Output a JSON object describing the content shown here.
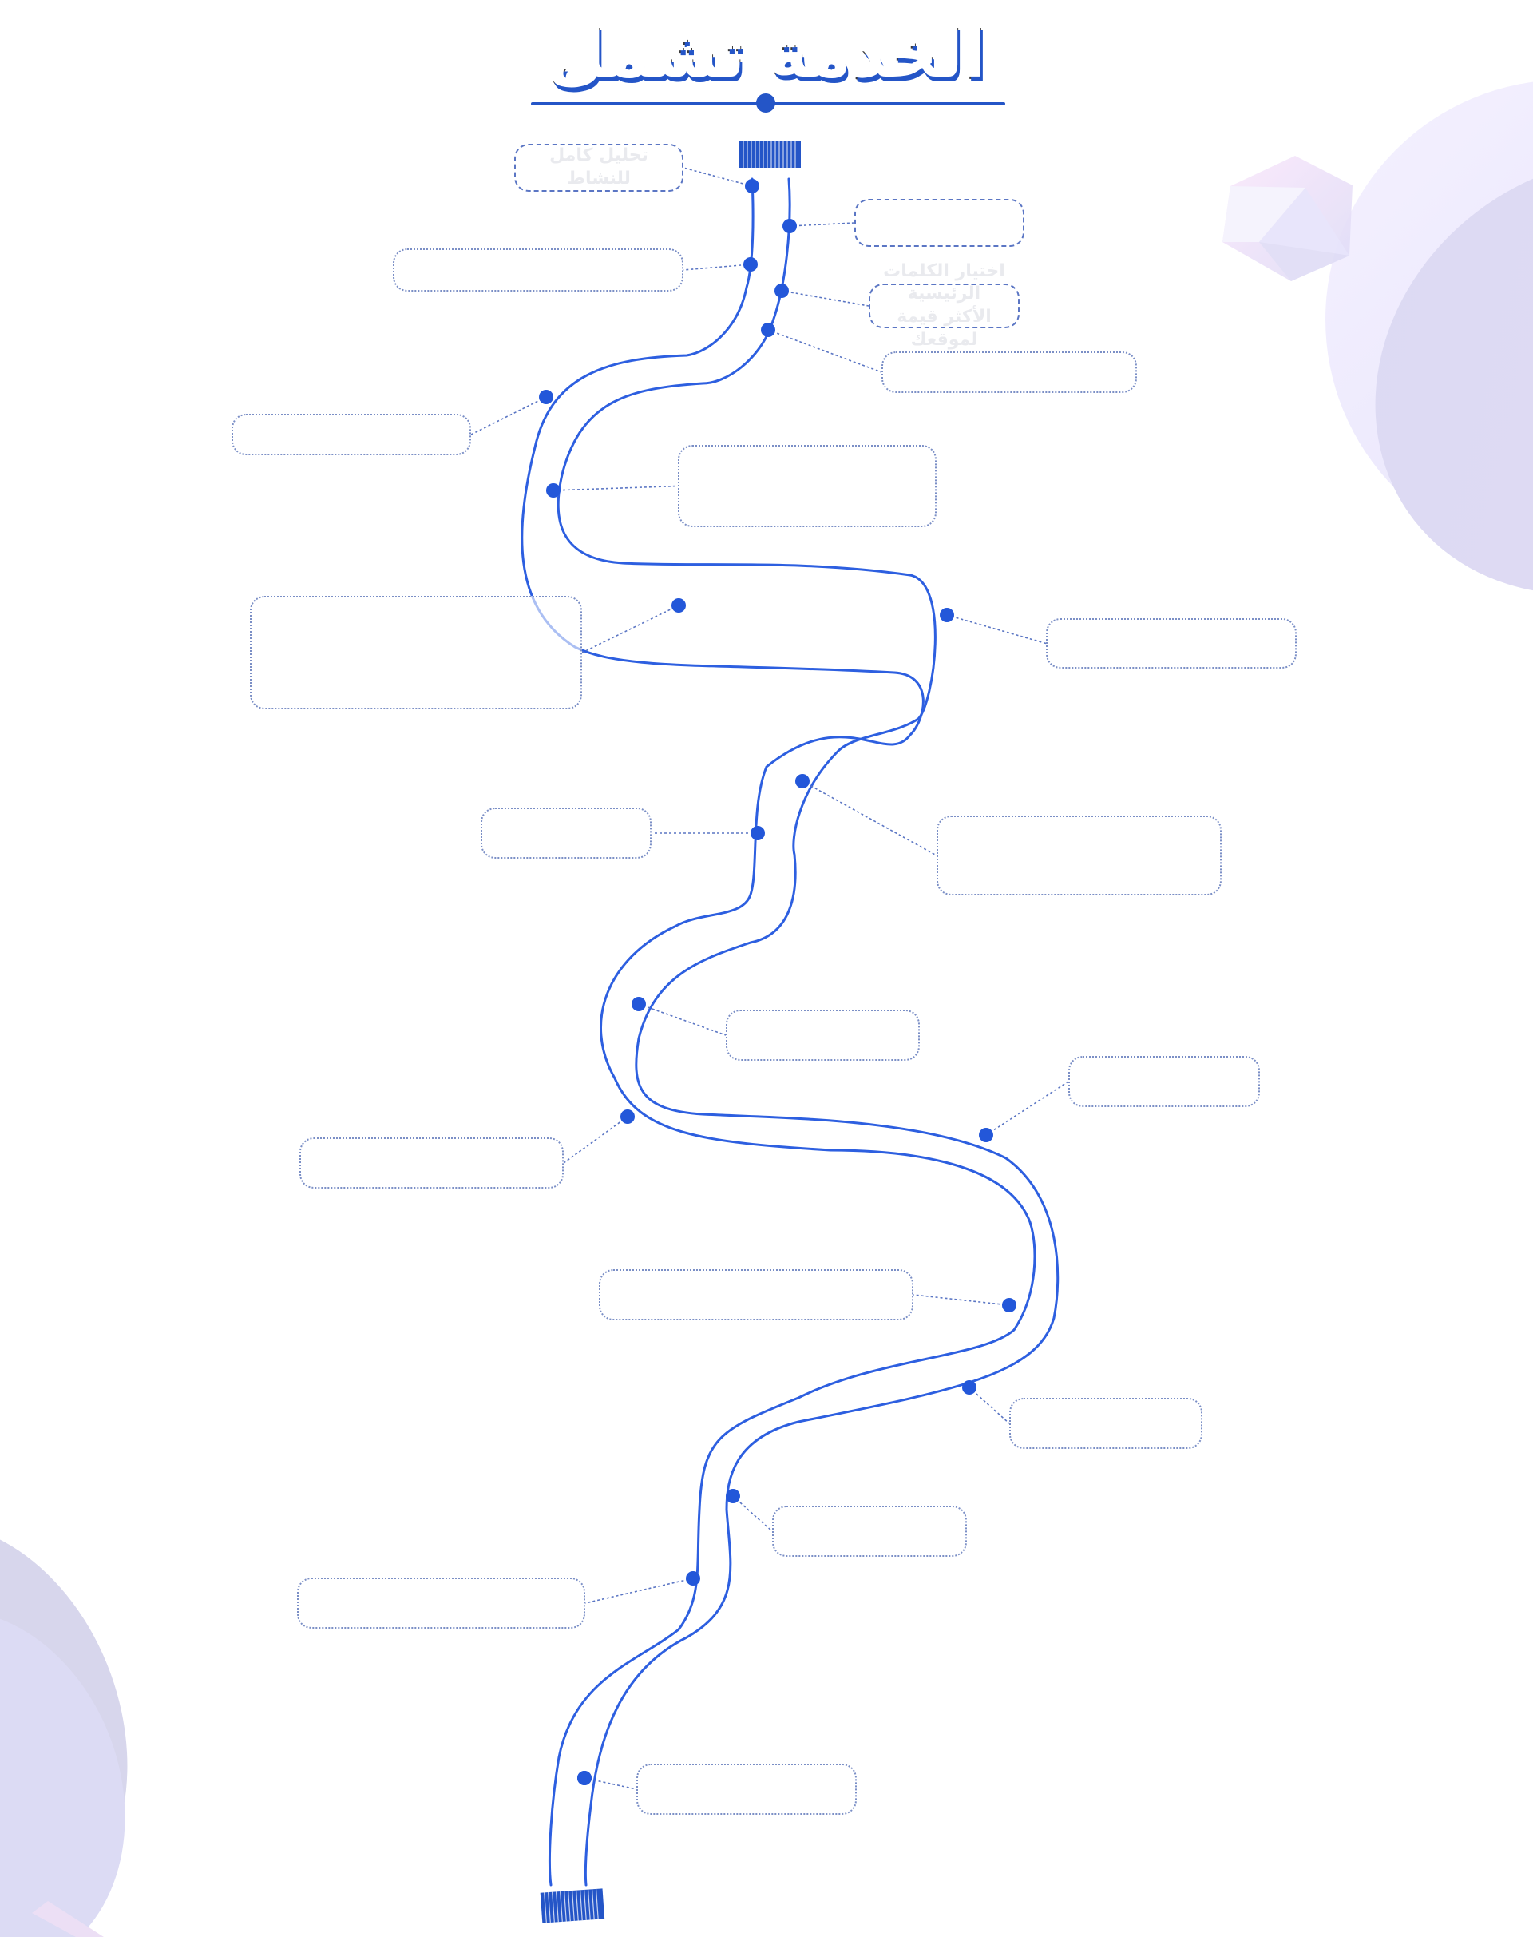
{
  "title": "الخدمة تشمل",
  "colors": {
    "accent": "#2455c7",
    "road_edge": "#2d5fe0",
    "dot": "#2357d9",
    "box_border": "#5b76c4",
    "box_text": "#e9eaee",
    "deco_lavender": "#dcd9f3"
  },
  "steps": [
    {
      "label": "تحليل كامل للنشاط"
    },
    {
      "label": ""
    },
    {
      "label": ""
    },
    {
      "label": "اختيار الكلمات الرئيسية الأكثر قيمة لموقعك"
    },
    {
      "label": ""
    },
    {
      "label": ""
    },
    {
      "label": ""
    },
    {
      "label": ""
    },
    {
      "label": ""
    },
    {
      "label": ""
    },
    {
      "label": ""
    },
    {
      "label": ""
    },
    {
      "label": ""
    },
    {
      "label": ""
    },
    {
      "label": ""
    },
    {
      "label": ""
    },
    {
      "label": ""
    },
    {
      "label": ""
    },
    {
      "label": ""
    },
    {
      "label": ""
    }
  ]
}
